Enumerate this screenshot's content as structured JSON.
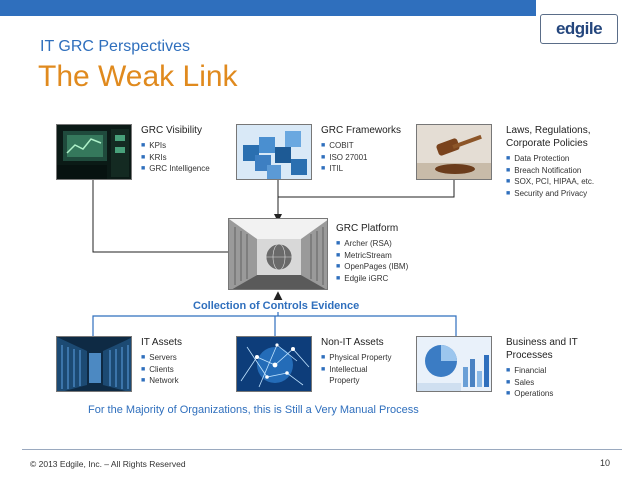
{
  "header": {
    "subtitle": "IT GRC Perspectives",
    "title": "The Weak Link",
    "logo_text": "edgile"
  },
  "top_row": [
    {
      "heading": "GRC Visibility",
      "items": [
        "KPIs",
        "KRIs",
        "GRC Intelligence"
      ],
      "image": "monitoring-screen-image"
    },
    {
      "heading": "GRC Frameworks",
      "items": [
        "COBIT",
        "ISO 27001",
        "ITIL"
      ],
      "image": "blue-blocks-image"
    },
    {
      "heading": "Laws, Regulations, Corporate Policies",
      "items": [
        "Data Protection",
        "Breach Notification",
        "SOX, PCI, HIPAA, etc.",
        "Security and Privacy"
      ],
      "image": "gavel-image"
    }
  ],
  "platform": {
    "heading": "GRC Platform",
    "items": [
      "Archer (RSA)",
      "MetricStream",
      "OpenPages (IBM)",
      "Edgile iGRC"
    ],
    "image": "server-room-globe-image"
  },
  "collection_label": "Collection of  Controls Evidence",
  "bottom_row": [
    {
      "heading": "IT Assets",
      "items": [
        "Servers",
        "Clients",
        "Network"
      ],
      "image": "datacenter-image"
    },
    {
      "heading": "Non-IT Assets",
      "items": [
        "Physical Property",
        "Intellectual Property"
      ],
      "image": "network-globe-image"
    },
    {
      "heading": "Business and IT Processes",
      "items": [
        "Financial",
        "Sales",
        "Operations"
      ],
      "image": "business-charts-image"
    }
  ],
  "note": "For the Majority of Organizations, this is Still a Very Manual Process",
  "footer": {
    "copyright": "© 2013 Edgile, Inc. – All Rights Reserved",
    "page_number": "10"
  },
  "colors": {
    "accent_blue": "#2f6fbd",
    "title_orange": "#e08a1e"
  }
}
